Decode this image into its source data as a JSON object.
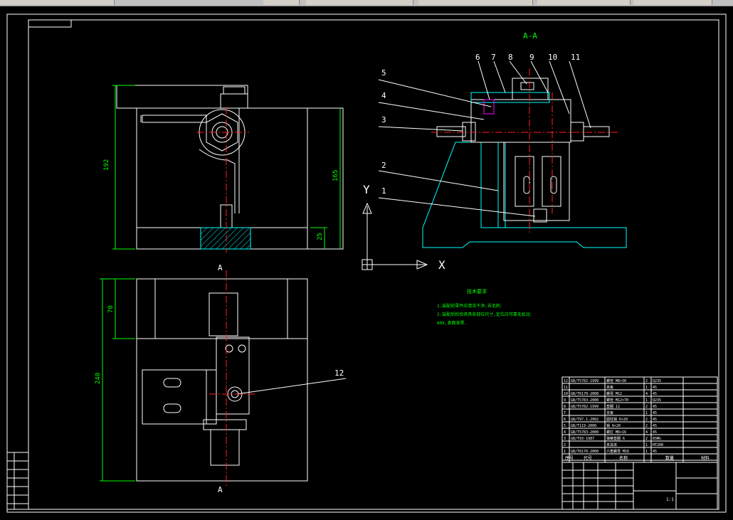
{
  "section_label": "A-A",
  "cut_marks": {
    "top": "A",
    "bottom": "A"
  },
  "axis_labels": {
    "y": "Y",
    "x": "X"
  },
  "dimensions": {
    "front_height": "192",
    "front_right": "165",
    "front_base": "25",
    "top_upper": "70",
    "top_total": "240"
  },
  "balloons": [
    "1",
    "2",
    "3",
    "4",
    "5",
    "6",
    "7",
    "8",
    "9",
    "10",
    "11",
    "12"
  ],
  "tech_req": {
    "title": "技术要求",
    "lines": [
      "1.装配前零件应清洗干净,去毛刺.",
      "2.装配后检验夹具各部位尺寸,定位应可靠无松动.",
      "60X,表面发黑."
    ]
  },
  "bom_rows": [
    [
      "12",
      "GB/T5782-1999",
      "螺栓 M8×30",
      "2",
      "Q235"
    ],
    [
      "11",
      "",
      "夹板",
      "1",
      "45"
    ],
    [
      "10",
      "GB/T6170-2000",
      "螺母 M12",
      "4",
      "45"
    ],
    [
      "9",
      "GB/T5783-2000",
      "螺栓 M12×70",
      "1",
      "Q235"
    ],
    [
      "8",
      "GB/T5782-1999",
      "垫圈 12",
      "2",
      "45"
    ],
    [
      "7",
      "",
      "支板",
      "1",
      "45"
    ],
    [
      "6",
      "GB/T97.1-2002",
      "圆柱销 6×20",
      "2",
      "45"
    ],
    [
      "5",
      "GB/T119-2000",
      "销 6×20",
      "2",
      "45"
    ],
    [
      "4",
      "GB/T5783-2000",
      "螺钉 M6×16",
      "4",
      "45"
    ],
    [
      "3",
      "GB/T93-1987",
      "弹簧垫圈 6",
      "2",
      "65Mn"
    ],
    [
      "2",
      "",
      "夹具体",
      "1",
      "HT200"
    ],
    [
      "1",
      "GB/T6170-2000",
      "六角螺母 M16",
      "1",
      "45"
    ]
  ],
  "bom_header": [
    "序号",
    "代号",
    "名称",
    "数量",
    "材料"
  ],
  "title_block": {
    "scale": "1:1"
  }
}
